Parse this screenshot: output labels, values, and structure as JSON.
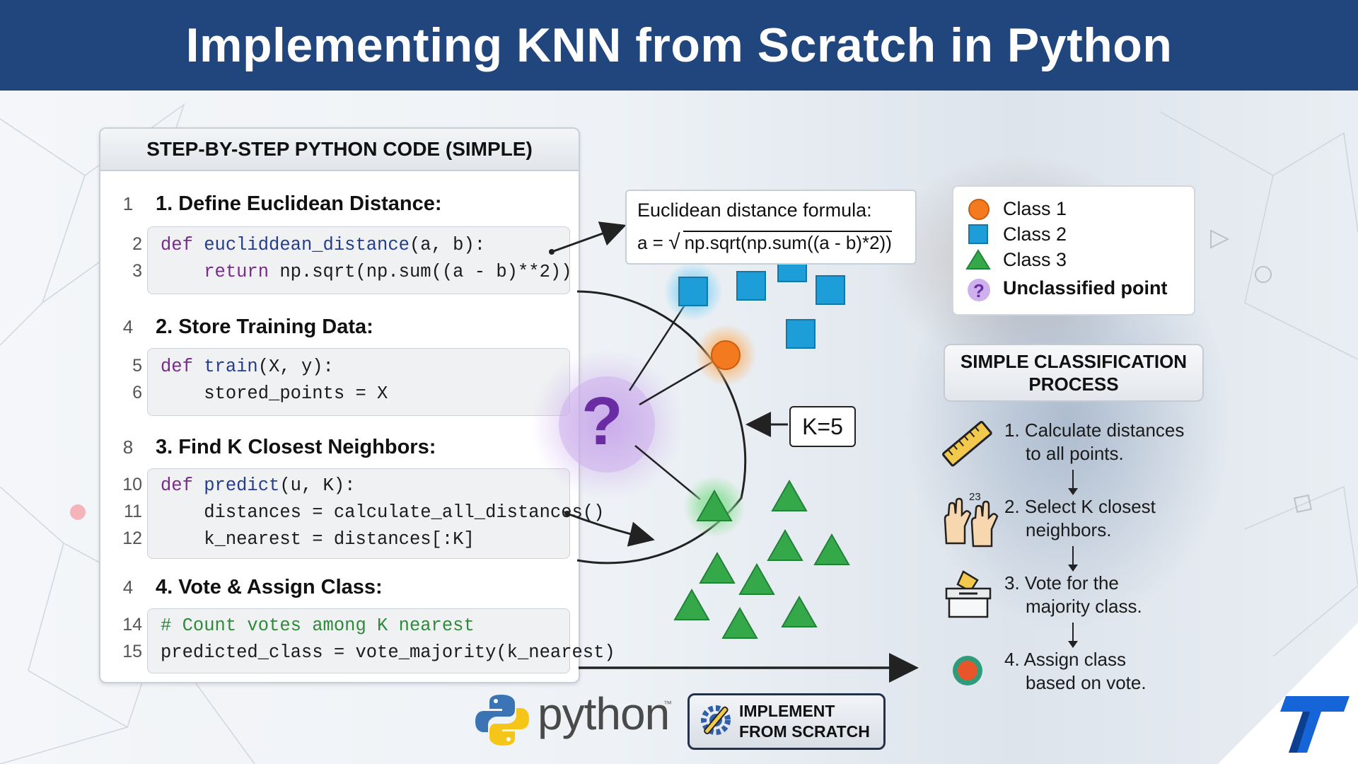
{
  "title": "Implementing KNN from Scratch in Python",
  "code_panel": {
    "header": "STEP-BY-STEP PYTHON CODE (SIMPLE)",
    "steps": [
      {
        "num": "1",
        "title": "1. Define Euclidean Distance:",
        "lines": [
          {
            "num": "2",
            "kw": "def ",
            "fn": "eucliddean_distance",
            "rest": "(a, b):"
          },
          {
            "num": "3",
            "kw": "    return ",
            "fn": "",
            "rest": "np.sqrt(np.sum((a - b)**2))"
          }
        ]
      },
      {
        "num": "4",
        "title": "2. Store Training Data:",
        "lines": [
          {
            "num": "5",
            "kw": "def ",
            "fn": "train",
            "rest": "(X, y):"
          },
          {
            "num": "6",
            "kw": "",
            "fn": "",
            "rest": "    stored_points = X"
          }
        ]
      },
      {
        "num": "8",
        "title": "3. Find K Closest Neighbors:",
        "lines": [
          {
            "num": "10",
            "kw": "def ",
            "fn": "predict",
            "rest": "(u, K):"
          },
          {
            "num": "11",
            "kw": "",
            "fn": "",
            "rest": "    distances = calculate_all_distances()"
          },
          {
            "num": "12",
            "kw": "",
            "fn": "",
            "rest": "    k_nearest = distances[:K]"
          }
        ]
      },
      {
        "num": "4",
        "title": "4. Vote & Assign Class:",
        "lines": [
          {
            "num": "14",
            "comment": "# Count votes among K nearest"
          },
          {
            "num": "15",
            "kw": "",
            "fn": "",
            "rest": "predicted_class = vote_majority(k_nearest)"
          }
        ]
      }
    ]
  },
  "formula": {
    "label": "Euclidean distance formula:",
    "prefix": "a = ",
    "expression": "np.sqrt(np.sum((a - b)*2))"
  },
  "legend": {
    "items": [
      {
        "label": "Class 1",
        "shape": "circle",
        "color": "#f47a20"
      },
      {
        "label": "Class 2",
        "shape": "square",
        "color": "#1e9ed8"
      },
      {
        "label": "Class 3",
        "shape": "triangle",
        "color": "#35a84a"
      },
      {
        "label": "Unclassified point",
        "shape": "question",
        "color": "#7b3fb5"
      }
    ]
  },
  "k_label": "K=5",
  "process": {
    "header_line1": "SIMPLE CLASSIFICATION",
    "header_line2": "PROCESS",
    "steps": [
      {
        "line1": "1. Calculate distances",
        "line2": "to all points.",
        "icon": "ruler-icon"
      },
      {
        "line1": "2. Select K closest",
        "line2": "neighbors.",
        "icon": "hands-counting-icon",
        "badge": "23"
      },
      {
        "line1": "3. Vote for the",
        "line2": "majority class.",
        "icon": "ballot-box-icon"
      },
      {
        "line1": "4. Assign class",
        "line2": "based on vote.",
        "icon": "assigned-point-icon"
      }
    ]
  },
  "python_logo_text": "python",
  "python_tm": "™",
  "badge": {
    "line1": "IMPLEMENT",
    "line2": "FROM SCRATCH"
  },
  "colors": {
    "header_bg": "#21467d",
    "class1": "#f47a20",
    "class2": "#1e9ed8",
    "class3": "#35a84a",
    "unclassified": "#7b3fb5"
  }
}
